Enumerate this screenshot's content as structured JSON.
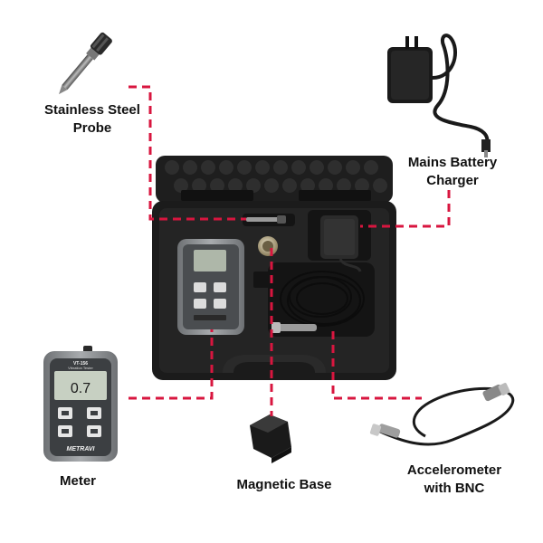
{
  "labels": {
    "probe": [
      "Stainless Steel",
      "Probe"
    ],
    "charger": [
      "Mains Battery",
      "Charger"
    ],
    "meter": "Meter",
    "magnetic_base": "Magnetic Base",
    "accelerometer": [
      "Accelerometer",
      "with BNC"
    ]
  },
  "meter_screen": {
    "model": "VT-156",
    "subtitle": "Vibration Tester",
    "reading": "0.7",
    "brand": "METRAVI"
  },
  "colors": {
    "connector_line": "#d8163f",
    "case": "#1e1e1e",
    "meter_body": "#8a8d90",
    "meter_panel": "#3c3f42"
  }
}
